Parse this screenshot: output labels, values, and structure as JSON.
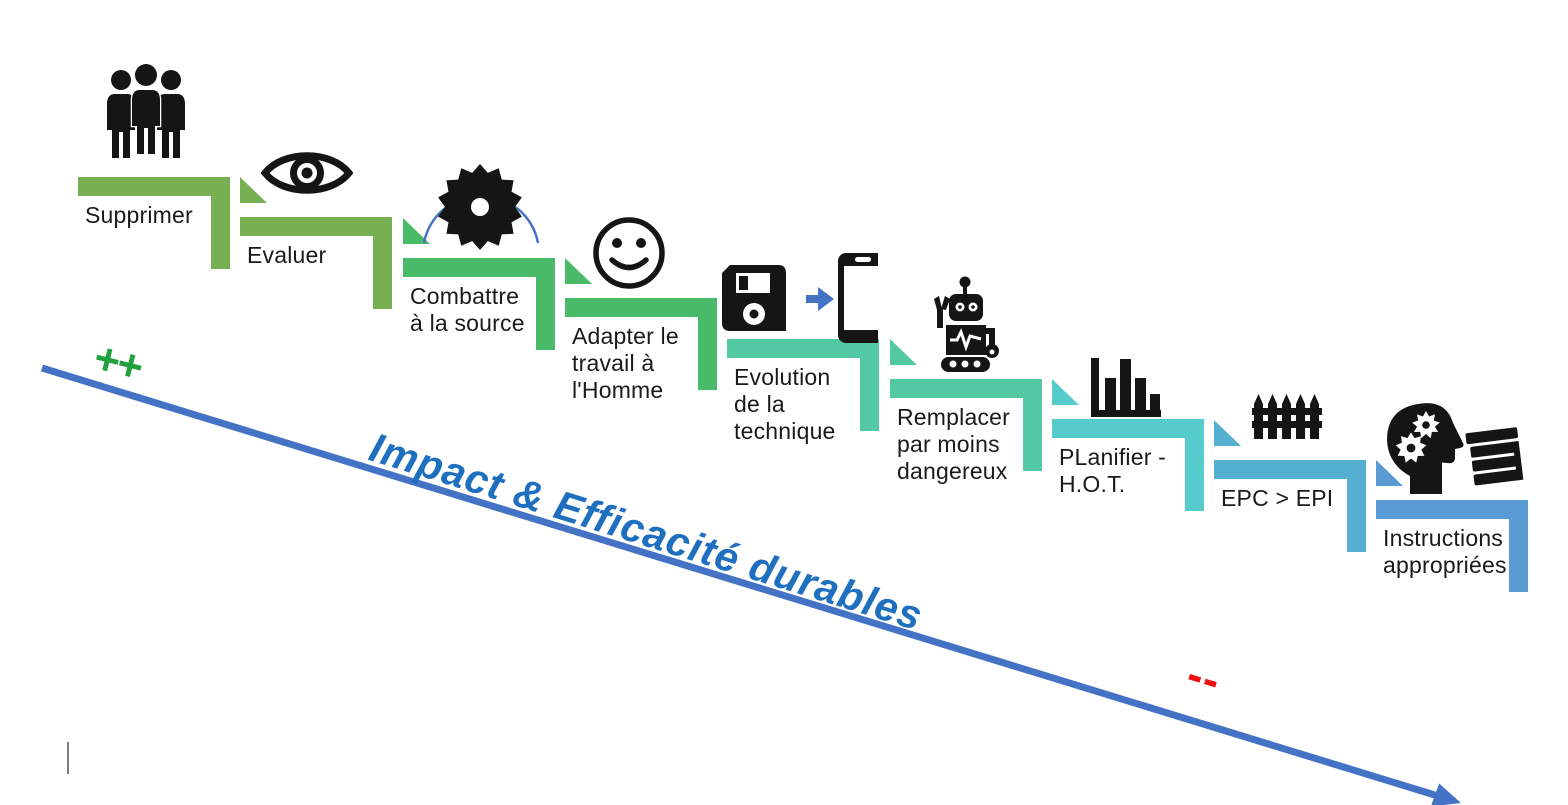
{
  "steps": [
    {
      "label": "Supprimer",
      "lines": [
        "Supprimer"
      ],
      "color": "#76B053",
      "icon": "people-icon"
    },
    {
      "label": "Evaluer",
      "lines": [
        "Evaluer"
      ],
      "color": "#76B053",
      "icon": "eye-icon"
    },
    {
      "label": "Combattre à la source",
      "lines": [
        "Combattre",
        "à la source"
      ],
      "color": "#49BB68",
      "icon": "circular-saw-icon"
    },
    {
      "label": "Adapter le travail à l'Homme",
      "lines": [
        "Adapter le",
        "travail à",
        "l'Homme"
      ],
      "color": "#49BB68",
      "icon": "smiley-face-icon"
    },
    {
      "label": "Evolution de la technique",
      "lines": [
        "Evolution",
        "de la",
        "technique"
      ],
      "color": "#52C9A2",
      "icon": "floppy-to-phone-icon"
    },
    {
      "label": "Remplacer par moins dangereux",
      "lines": [
        "Remplacer",
        "par moins",
        "dangereux"
      ],
      "color": "#52C9A2",
      "icon": "robot-icon"
    },
    {
      "label": "PLanifier - H.O.T.",
      "lines": [
        "PLanifier -",
        "H.O.T."
      ],
      "color": "#55CBCB",
      "icon": "bar-chart-icon"
    },
    {
      "label": "EPC > EPI",
      "lines": [
        "EPC > EPI"
      ],
      "color": "#54AFD0",
      "icon": "fence-icon"
    },
    {
      "label": "Instructions appropriées",
      "lines": [
        "Instructions",
        "appropriées"
      ],
      "color": "#5B9BD5",
      "icon": "head-gears-books-icon"
    }
  ],
  "axis": {
    "label": "Impact & Efficacité durables",
    "plus": "++",
    "minus": "--",
    "line_color": "#4472C4",
    "label_color": "#1F6FC0",
    "plus_color": "#21A13C",
    "minus_color": "#EE1111"
  },
  "icon_accents": {
    "saw_guard_arc_color": "#4472C4",
    "evolution_arrow_color": "#4472C4",
    "icon_ink": "#151515"
  }
}
